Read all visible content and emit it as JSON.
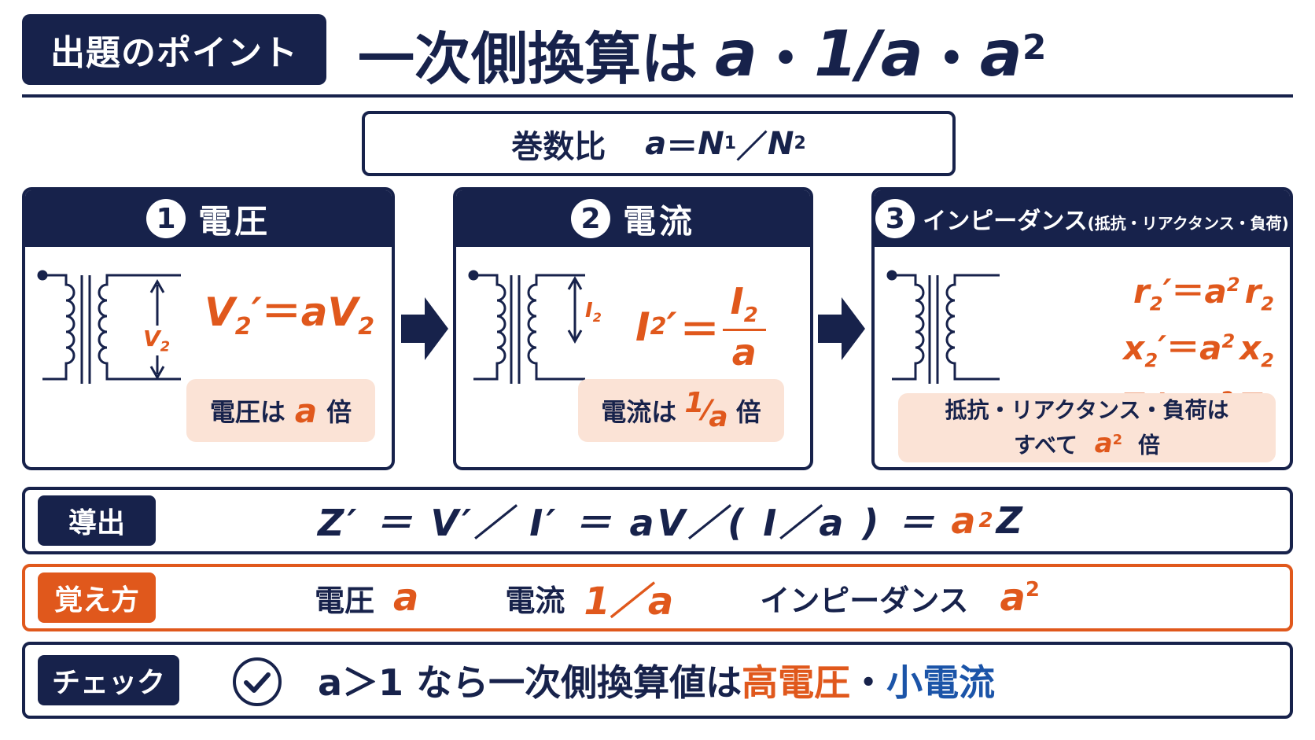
{
  "header": {
    "badge": "出題のポイント",
    "title_text": "一次側換算は",
    "title_a1": "a",
    "title_dot1": "・",
    "title_mid": "1/a",
    "title_dot2": "・",
    "title_a2": "a",
    "title_sup": "2"
  },
  "ratio": {
    "label": "巻数比",
    "a": "a",
    "eq": "＝",
    "n1": "N",
    "n1_sub": "1",
    "slash": "／",
    "n2": "N",
    "n2_sub": "2"
  },
  "panels": [
    {
      "num": "1",
      "title": "電圧",
      "coil_label": "V",
      "coil_label_sub": "2",
      "formula_lhs": "V",
      "formula_lhs_sub": "2",
      "formula_prime": "′",
      "formula_eq": "＝",
      "formula_rhs": "aV",
      "formula_rhs_sub": "2",
      "note_pre": "電圧は",
      "note_hl": "a",
      "note_post": "倍"
    },
    {
      "num": "2",
      "title": "電流",
      "coil_label": "I",
      "coil_label_sub": "2",
      "formula_lhs": "I",
      "formula_lhs_sub": "2",
      "formula_prime": "′",
      "formula_eq": "＝",
      "formula_num": "I",
      "formula_num_sub": "2",
      "formula_den": "a",
      "note_pre": "電流は",
      "note_hl_num": "1",
      "note_hl_den": "a",
      "note_post": "倍"
    },
    {
      "num": "3",
      "title": "インピーダンス",
      "title_small": "(抵抗・リアクタンス・負荷)",
      "eqs": [
        {
          "lhs": "r",
          "sub": "2",
          "rhs": "a",
          "sup": "2",
          "var": "r",
          "var_sub": "2"
        },
        {
          "lhs": "x",
          "sub": "2",
          "rhs": "a",
          "sup": "2",
          "var": "x",
          "var_sub": "2"
        },
        {
          "lhs": "Z",
          "sub": "L",
          "rhs": "a",
          "sup": "2",
          "var": "Z",
          "var_sub": "L"
        }
      ],
      "prime": "′",
      "eq": "＝",
      "note_line1": "抵抗・リアクタンス・負荷は",
      "note_line2_pre": "すべて",
      "note_hl": "a",
      "note_hl_sup": "2",
      "note_post": "倍"
    }
  ],
  "derivation": {
    "tag": "導出",
    "expr": "Z′ ＝ V′／ I′ ＝ aV／( I／a ) ＝",
    "hl": "a",
    "hl_sup": "2",
    "tail": "Z"
  },
  "memo": {
    "tag": "覚え方",
    "item1_label": "電圧",
    "item1_val": "a",
    "item2_label": "電流",
    "item2_val": "1／a",
    "item3_label": "インピーダンス",
    "item3_val": "a",
    "item3_sup": "2"
  },
  "check": {
    "tag": "チェック",
    "icon": "check-circle-icon",
    "text_pre": "a＞1 なら一次側換算値は",
    "hl_orange": "高電圧",
    "dot": "・",
    "hl_blue": "小電流"
  },
  "colors": {
    "navy": "#17224b",
    "orange": "#e0581c",
    "blue": "#1b54a8",
    "note_bg": "#fbe3d6"
  }
}
